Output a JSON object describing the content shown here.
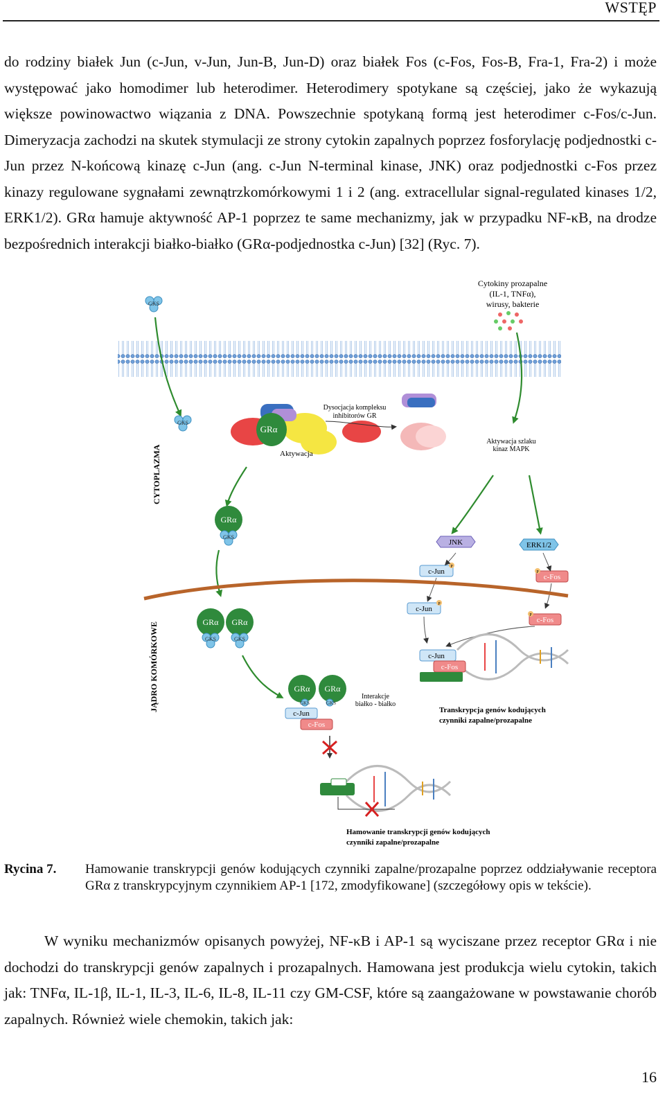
{
  "header": {
    "title": "WSTĘP"
  },
  "paragraphs": {
    "p1": "do rodziny białek Jun (c-Jun, v-Jun, Jun-B, Jun-D) oraz białek Fos (c-Fos, Fos-B, Fra-1, Fra-2) i może występować jako homodimer lub heterodimer. Heterodimery spotykane są częściej, jako że wykazują większe powinowactwo wiązania z DNA. Powszechnie spotykaną formą jest heterodimer c-Fos/c-Jun. Dimeryzacja zachodzi na skutek stymulacji ze strony cytokin zapalnych poprzez fosforylację podjednostki c-Jun przez N-końcową kinazę c-Jun (ang. c-Jun N-terminal kinase, JNK) oraz podjednostki c-Fos przez kinazy regulowane sygnałami zewnątrzkomórkowymi 1 i 2 (ang. extracellular signal-regulated kinases 1/2, ERK1/2). GRα hamuje aktywność AP-1 poprzez te same mechanizmy, jak w przypadku NF-κB, na drodze bezpośrednich interakcji białko-białko (GRα-podjednostka c-Jun) [32] (Ryc. 7).",
    "p2": "W wyniku mechanizmów opisanych powyżej, NF-κB i AP-1 są wyciszane przez receptor GRα i nie dochodzi do transkrypcji genów zapalnych i prozapalnych. Hamowana jest produkcja wielu cytokin, takich jak: TNFα, IL-1β, IL-1, IL-3, IL-6, IL-8, IL-11 czy GM-CSF, które są zaangażowane w powstawanie chorób zapalnych. Również wiele chemokin, takich jak:"
  },
  "figure": {
    "labels": {
      "cytokines_l1": "Cytokiny prozapalne",
      "cytokines_l2": "(IL-1, TNFα),",
      "cytokines_l3": "wirusy, bakterie",
      "dissociation_l1": "Dysocjacja kompleksu",
      "dissociation_l2": "inhibitorów GR",
      "activation": "Aktywacja",
      "mapk_l1": "Aktywacja szlaku",
      "mapk_l2": "kinaz MAPK",
      "cytoplasm": "CYTOPLAZMA",
      "nucleus": "JĄDRO KOMÓRKOWE",
      "interactions_l1": "Interakcje",
      "interactions_l2": "białko - białko",
      "transcription_l1": "Transkrypcja genów kodujących",
      "transcription_l2": "czynniki zapalne/prozapalne",
      "inhibition_l1": "Hamowanie transkrypcji genów kodujących",
      "inhibition_l2": "czynniki zapalne/prozapalne",
      "gks": "GKS",
      "gra": "GRα",
      "jnk": "JNK",
      "erk": "ERK1/2",
      "cjun": "c-Jun",
      "cfos": "c-Fos",
      "p": "P"
    },
    "colors": {
      "membrane": "#4a7fc0",
      "gra_green": "#2f8a3c",
      "gks_blue": "#7fc4e8",
      "arrow_green": "#2e8b2e",
      "nuclear_membrane": "#b8642a",
      "jun_blue": "#cfe6f7",
      "fos_red": "#f08a8a",
      "inhibit_red": "#d62020"
    }
  },
  "caption": {
    "label": "Rycina 7.",
    "text": "Hamowanie transkrypcji genów kodujących czynniki zapalne/prozapalne poprzez oddziaływanie receptora GRα z transkrypcyjnym czynnikiem AP-1 [172, zmodyfikowane] (szczegółowy opis w tekście)."
  },
  "page_number": "16"
}
